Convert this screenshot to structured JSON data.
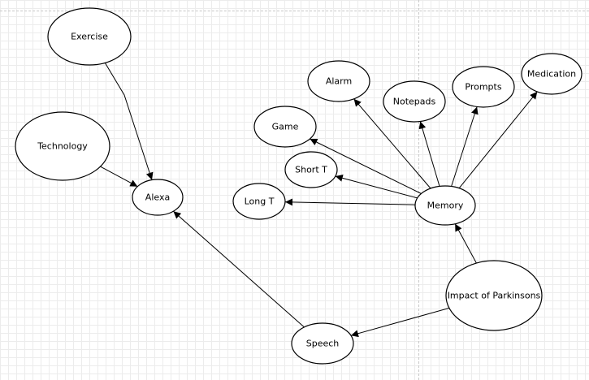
{
  "nodes": [
    {
      "id": "exercise",
      "label": "Exercise"
    },
    {
      "id": "technology",
      "label": "Technology"
    },
    {
      "id": "alexa",
      "label": "Alexa"
    },
    {
      "id": "alarm",
      "label": "Alarm"
    },
    {
      "id": "notepads",
      "label": "Notepads"
    },
    {
      "id": "prompts",
      "label": "Prompts"
    },
    {
      "id": "medication",
      "label": "Medication"
    },
    {
      "id": "game",
      "label": "Game"
    },
    {
      "id": "short_t",
      "label": "Short T"
    },
    {
      "id": "long_t",
      "label": "Long T"
    },
    {
      "id": "memory",
      "label": "Memory"
    },
    {
      "id": "impact",
      "label": "Impact of Parkinsons"
    },
    {
      "id": "speech",
      "label": "Speech"
    }
  ],
  "edges": [
    {
      "from": "exercise",
      "to": "alexa"
    },
    {
      "from": "technology",
      "to": "alexa"
    },
    {
      "from": "speech",
      "to": "alexa"
    },
    {
      "from": "impact",
      "to": "speech"
    },
    {
      "from": "impact",
      "to": "memory"
    },
    {
      "from": "memory",
      "to": "long_t"
    },
    {
      "from": "memory",
      "to": "short_t"
    },
    {
      "from": "memory",
      "to": "game"
    },
    {
      "from": "memory",
      "to": "alarm"
    },
    {
      "from": "memory",
      "to": "notepads"
    },
    {
      "from": "memory",
      "to": "prompts"
    },
    {
      "from": "memory",
      "to": "medication"
    }
  ]
}
